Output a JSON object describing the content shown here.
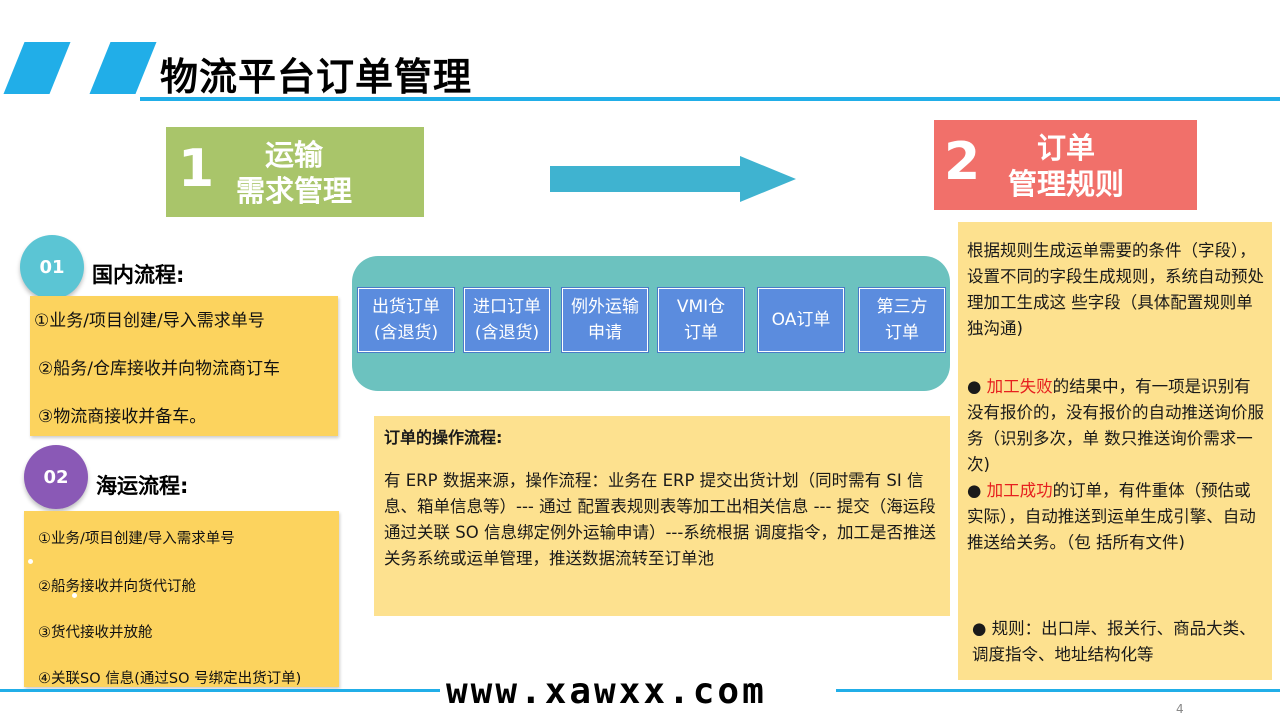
{
  "header": {
    "title": "物流平台订单管理"
  },
  "box1": {
    "number": "1",
    "line1": "运输",
    "line2": "需求管理"
  },
  "box2": {
    "number": "2",
    "line1": "订单",
    "line2": "管理规则"
  },
  "domestic": {
    "badge": "01",
    "heading": "国内流程:",
    "items": [
      "①业务/项目创建/导入需求单号",
      "②船务/仓库接收并向物流商订车",
      "③物流商接收并备车。"
    ]
  },
  "shipping": {
    "badge": "02",
    "heading": "海运流程:",
    "items": [
      "①业务/项目创建/导入需求单号",
      "②船务接收并向货代订舱",
      "③货代接收并放舱",
      "④关联SO 信息(通过SO 号绑定出货订单)"
    ]
  },
  "orders": [
    {
      "line1": "出货订单",
      "line2": "(含退货)"
    },
    {
      "line1": "进口订单",
      "line2": "(含退货)"
    },
    {
      "line1": "例外运输",
      "line2": "申请"
    },
    {
      "line1": "VMI仓",
      "line2": "订单"
    },
    {
      "line1": "OA订单",
      "line2": ""
    },
    {
      "line1": "第三方",
      "line2": "订单"
    }
  ],
  "process": {
    "title": "订单的操作流程:",
    "body": "有 ERP 数据来源，操作流程：业务在 ERP 提交出货计划（同时需有 SI 信息、箱单信息等）--- 通过 配置表规则表等加工出相关信息 --- 提交（海运段通过关联 SO 信息绑定例外运输申请）---系统根据 调度指令，加工是否推送关务系统或运单管理，推送数据流转至订单池"
  },
  "rules": {
    "intro": "根据规则生成运单需要的条件（字段），设置不同的字段生成规则，系统自动预处理加工生成这 些字段（具体配置规则单独沟通)",
    "fail_bullet": "●",
    "fail_label": "加工失败",
    "fail_text": "的结果中，有一项是识别有没有报价的，没有报价的自动推送询价服务（识别多次，单 数只推送询价需求一次)",
    "success_bullet": "●",
    "success_label": "加工成功",
    "success_text": "的订单，有件重体（预估或实际），自动推送到运单生成引擎、自动推送给关务。（包 括所有文件)",
    "rule_text": "● 规则：出口岸、报关行、商品大类、调度指令、地址结构化等"
  },
  "footer": {
    "watermark": "www.xawxx.com",
    "page": "4"
  },
  "colors": {
    "accent": "#21aee8",
    "green": "#a9c56a",
    "salmon": "#f1706a",
    "teal": "#6cc2bf",
    "blue": "#5b8cde",
    "yellow": "#fcd35e",
    "red": "#e61f1f"
  }
}
